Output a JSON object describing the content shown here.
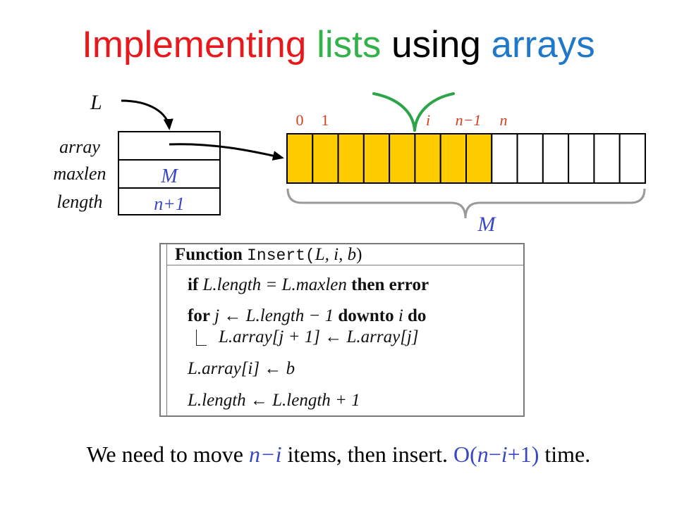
{
  "colors": {
    "title_red": "#e8191d",
    "title_green": "#33b249",
    "title_black": "#000000",
    "title_blue": "#1f78c8",
    "math_blue": "#3a46c4",
    "index_red": "#d2401e",
    "cell_filled": "#ffcc00",
    "bracket_green": "#2ca44a"
  },
  "title": {
    "word_1": "Implementing",
    "word_2": "lists",
    "word_3": "using",
    "word_4": "arrays"
  },
  "list_struct": {
    "pointer": "L",
    "field_labels": {
      "array": "array",
      "maxlen": "maxlen",
      "length": "length"
    },
    "maxlen_value": "M",
    "length_value": "n+1"
  },
  "array": {
    "index_0": "0",
    "index_1": "1",
    "index_i": "i",
    "index_n_minus_1": "n−1",
    "index_n": "n",
    "size": "M"
  },
  "algorithm": {
    "header": {
      "keyword": "Function",
      "name": "Insert(",
      "params": "L, i, b",
      "close": ")"
    },
    "if_line": {
      "kw_if": "if",
      "condition": "L.length = L.maxlen",
      "kw_then": "then error"
    },
    "for_line": {
      "kw_for": "for",
      "init": "j ← L.length − 1",
      "kw_downto": "downto",
      "bound": "i",
      "kw_do": "do"
    },
    "loop_body": "L.array[j + 1] ← L.array[j]",
    "assign_line": "L.array[i] ← b",
    "increment_line": "L.length ← L.length + 1"
  },
  "footnote": {
    "part_1": "We need to move ",
    "moved": "n−i",
    "part_2": " items, then insert. ",
    "cost_open": "O(",
    "cost_n": "n",
    "cost_minus": "−",
    "cost_i": "i",
    "cost_close": "+1)",
    "part_3": " time."
  }
}
